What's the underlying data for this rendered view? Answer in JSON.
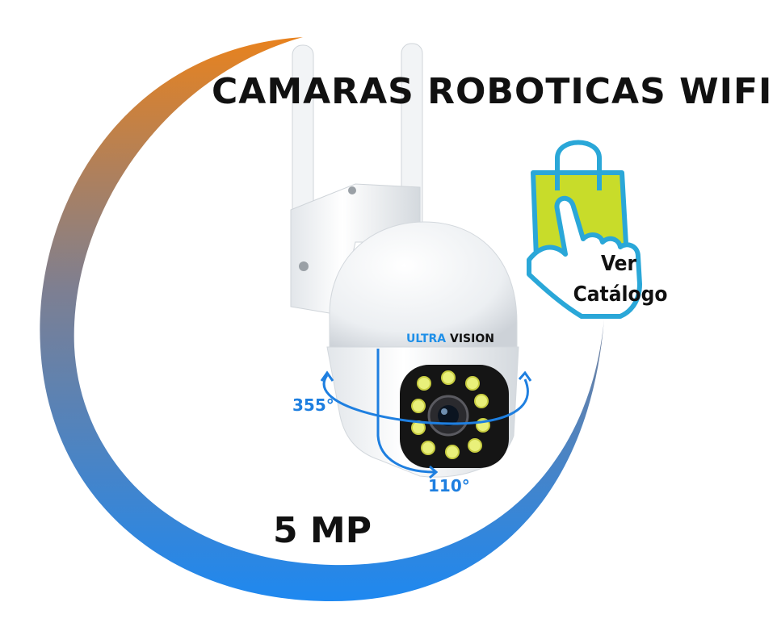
{
  "title": "CAMARAS ROBOTICAS WIFI",
  "resolution": "5 MP",
  "catalog": {
    "line1": "Ver",
    "line2": "Catálogo"
  },
  "camera": {
    "brand_part1": "ULTRA",
    "brand_part2": "VISION",
    "pan_angle": "355°",
    "tilt_angle": "110°"
  },
  "colors": {
    "ring_top": "#e8821e",
    "ring_bottom": "#1e88f0",
    "bag_fill": "#c8dc2a",
    "bag_outline": "#2aa7d8",
    "accent_blue": "#1e7fe0"
  },
  "icons": [
    "shopping-bag-icon",
    "hand-pointer-icon",
    "rotation-arrow-icon"
  ]
}
